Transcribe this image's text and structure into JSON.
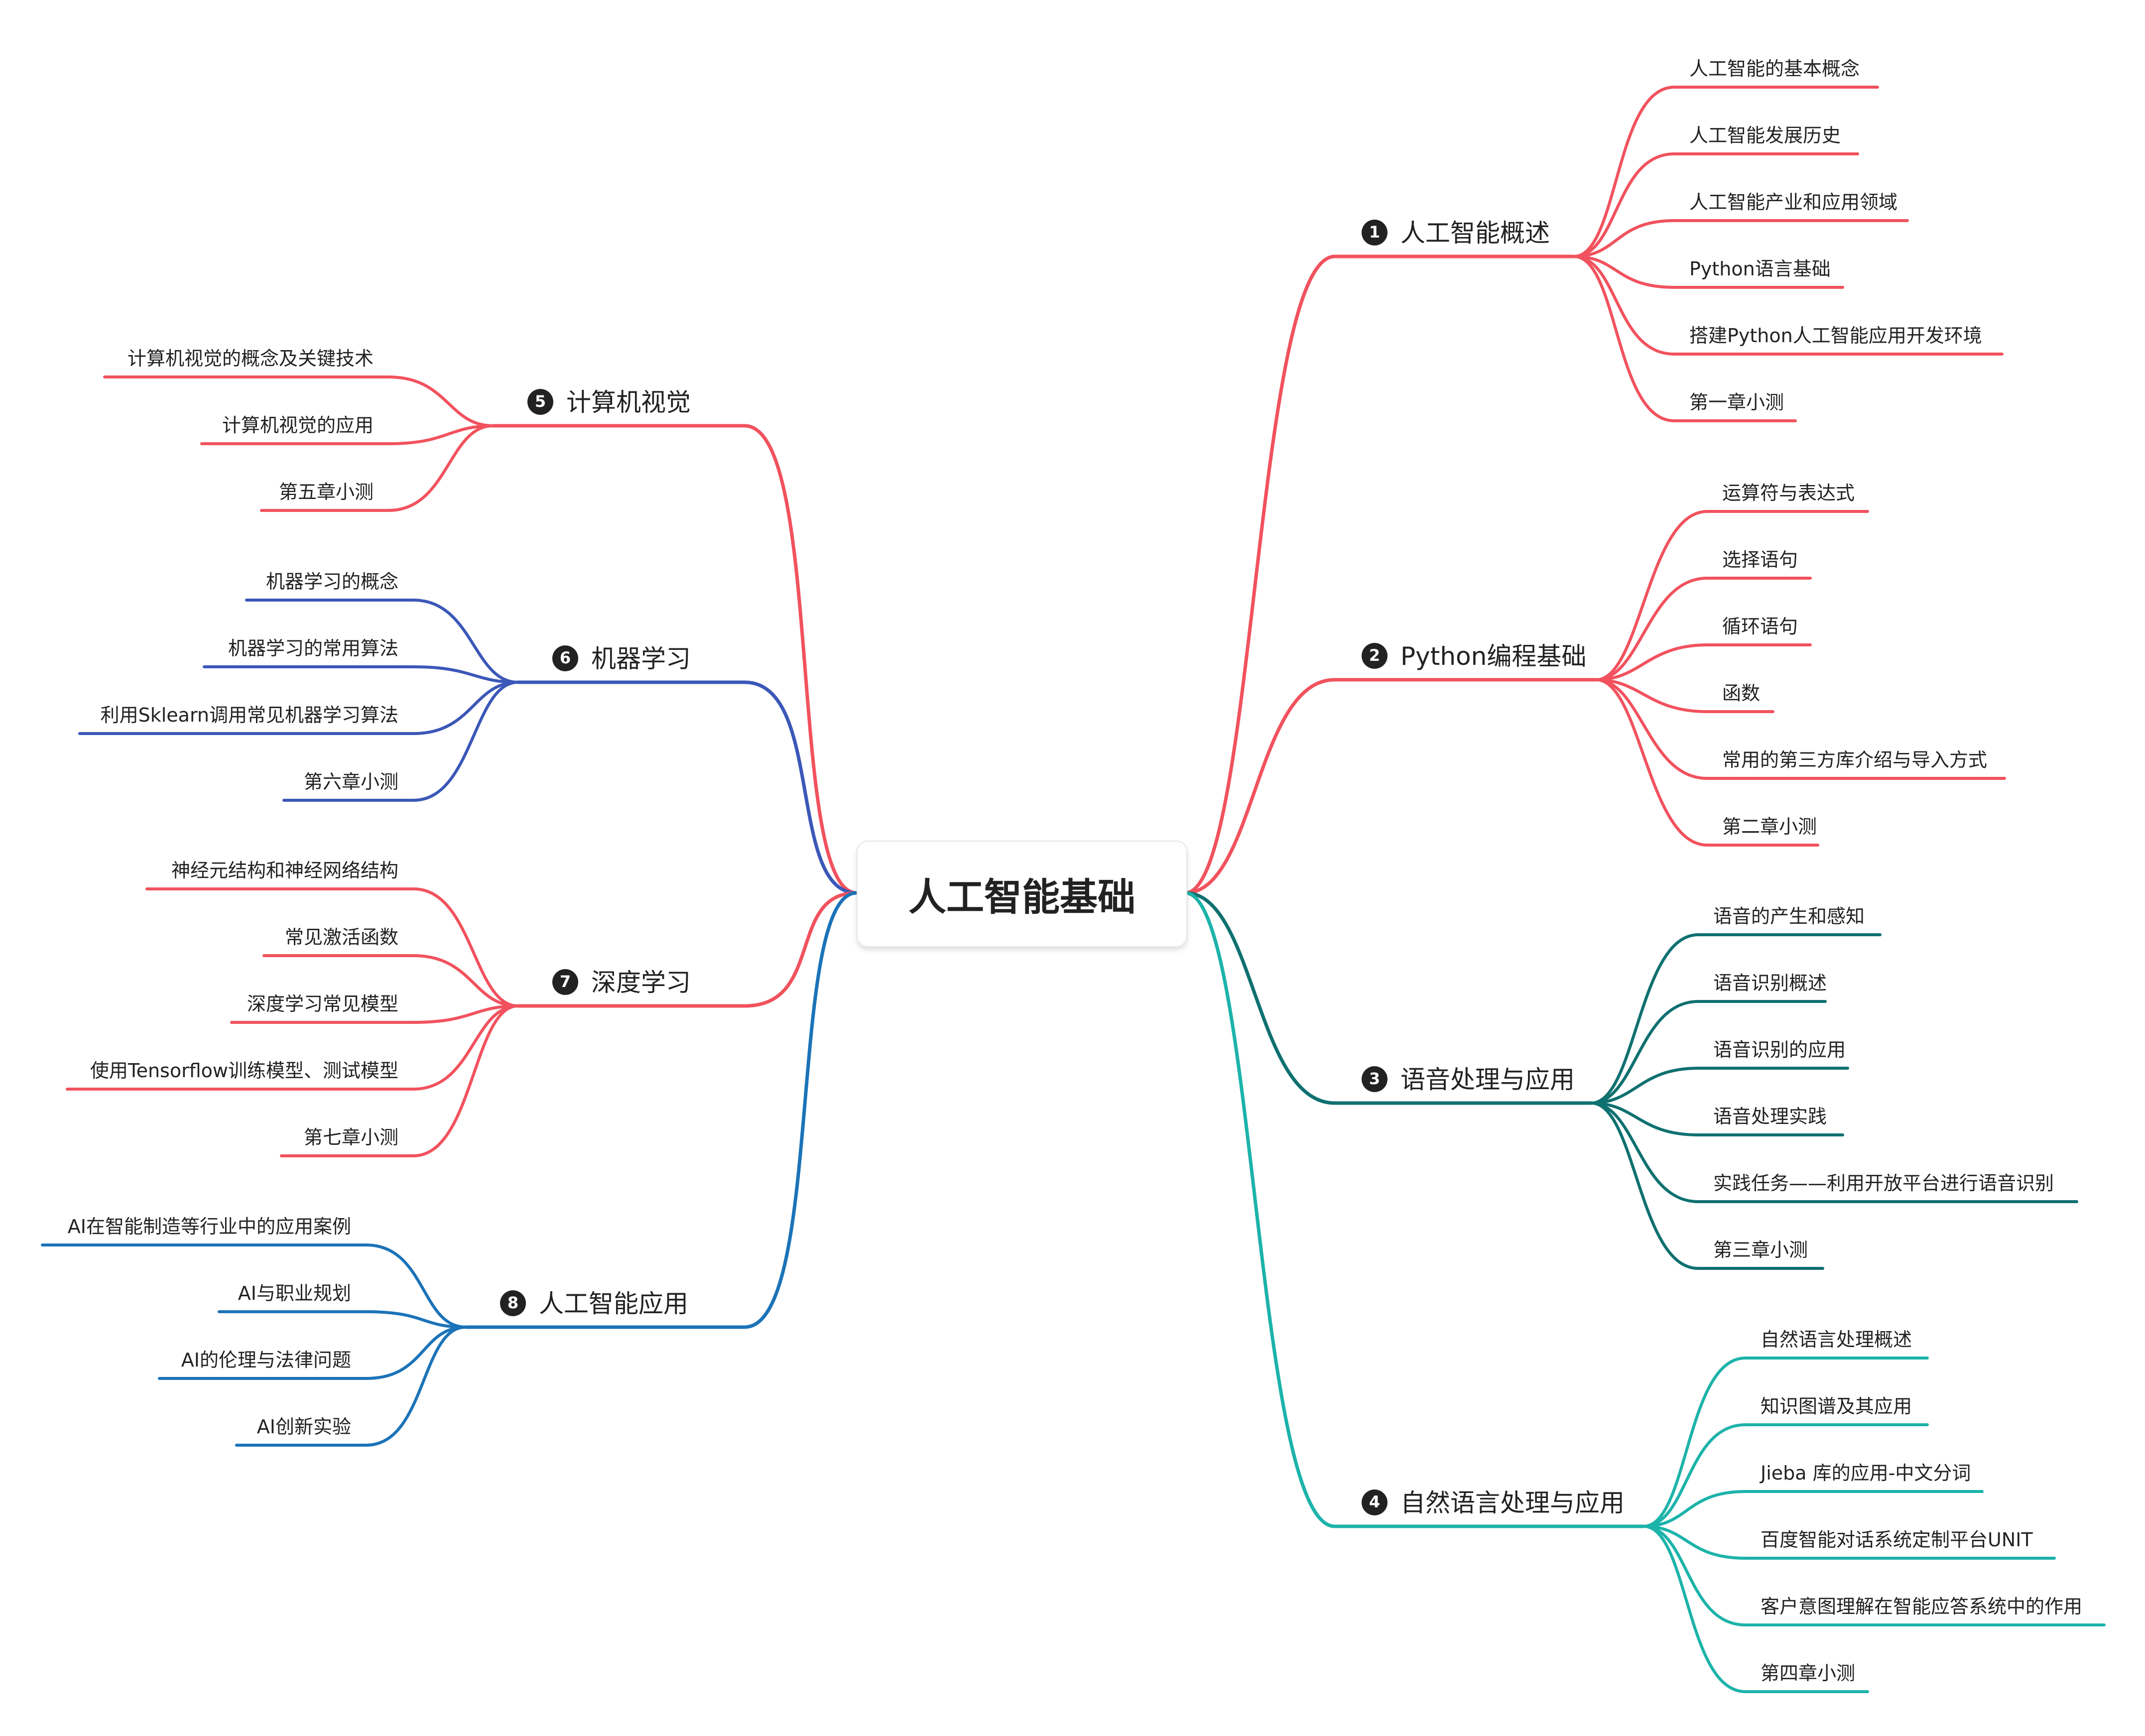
{
  "title": "人工智能基础",
  "colors": {
    "red": "#f1525e",
    "blue": "#3b57b8",
    "darkblue": "#1b73b8",
    "teal": "#0f7070",
    "cyan": "#1cb3aa",
    "text": "#222222",
    "badge": "#222222"
  },
  "branches": [
    {
      "number": "1",
      "label": "人工智能概述",
      "color": "red",
      "side": "right",
      "children": [
        "人工智能的基本概念",
        "人工智能发展历史",
        "人工智能产业和应用领域",
        "Python语言基础",
        "搭建Python人工智能应用开发环境",
        "第一章小测"
      ]
    },
    {
      "number": "2",
      "label": "Python编程基础",
      "color": "red",
      "side": "right",
      "children": [
        "运算符与表达式",
        "选择语句",
        "循环语句",
        "函数",
        "常用的第三方库介绍与导入方式",
        "第二章小测"
      ]
    },
    {
      "number": "3",
      "label": "语音处理与应用",
      "color": "teal",
      "side": "right",
      "children": [
        "语音的产生和感知",
        "语音识别概述",
        "语音识别的应用",
        "语音处理实践",
        "实践任务——利用开放平台进行语音识别",
        "第三章小测"
      ]
    },
    {
      "number": "4",
      "label": "自然语言处理与应用",
      "color": "cyan",
      "side": "right",
      "children": [
        "自然语言处理概述",
        "知识图谱及其应用",
        "Jieba 库的应用-中文分词",
        "百度智能对话系统定制平台UNIT",
        "客户意图理解在智能应答系统中的作用",
        "第四章小测"
      ]
    },
    {
      "number": "5",
      "label": "计算机视觉",
      "color": "red",
      "side": "left",
      "children": [
        "计算机视觉的概念及关键技术",
        "计算机视觉的应用",
        "第五章小测"
      ]
    },
    {
      "number": "6",
      "label": "机器学习",
      "color": "blue",
      "side": "left",
      "children": [
        "机器学习的概念",
        "机器学习的常用算法",
        "利用Sklearn调用常见机器学习算法",
        "第六章小测"
      ]
    },
    {
      "number": "7",
      "label": "深度学习",
      "color": "red",
      "side": "left",
      "children": [
        "神经元结构和神经网络结构",
        "常见激活函数",
        "深度学习常见模型",
        "使用Tensorflow训练模型、测试模型",
        "第七章小测"
      ]
    },
    {
      "number": "8",
      "label": "人工智能应用",
      "color": "darkblue",
      "side": "left",
      "children": [
        "AI在智能制造等行业中的应用案例",
        "AI与职业规划",
        "AI的伦理与法律问题",
        "AI创新实验"
      ]
    }
  ]
}
